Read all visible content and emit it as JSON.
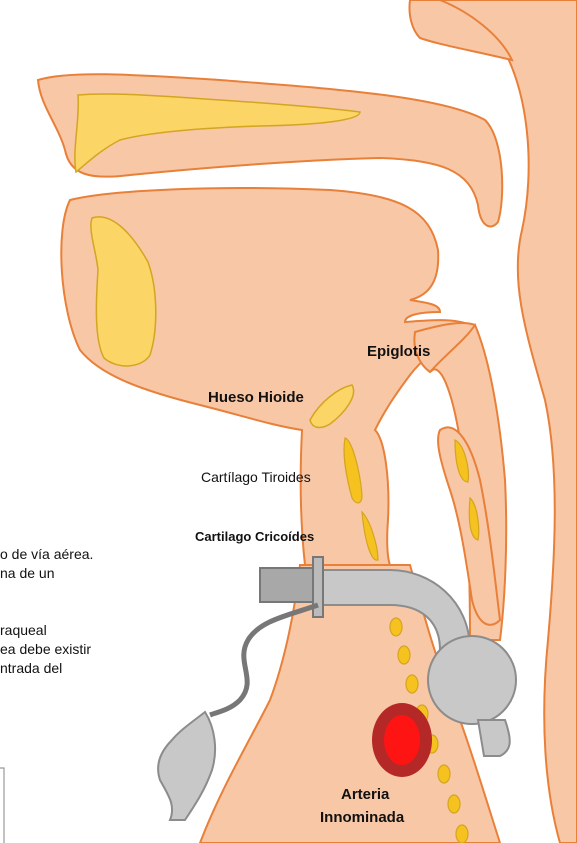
{
  "labels": {
    "epiglottis": "Epiglotis",
    "hyoid": "Hueso Hioide",
    "thyroid": "Cartílago Tiroides",
    "cricoid": "Cartilago Cricoídes",
    "artery_line1": "Arteria",
    "artery_line2": "Innominada"
  },
  "side_text": [
    "o de vía aérea.",
    "na de un",
    "",
    "raqueal",
    "ea debe existir",
    "ntrada del"
  ],
  "colors": {
    "tissue": "#f8c7a6",
    "outline": "#e8803a",
    "bone": "#fbd565",
    "bone_outline": "#d4a520",
    "cartilage": "#f5c220",
    "tube": "#c8c8c8",
    "tube_dark": "#8c8c8c",
    "artery_outer": "#b42828",
    "artery_inner": "#ff1414"
  }
}
